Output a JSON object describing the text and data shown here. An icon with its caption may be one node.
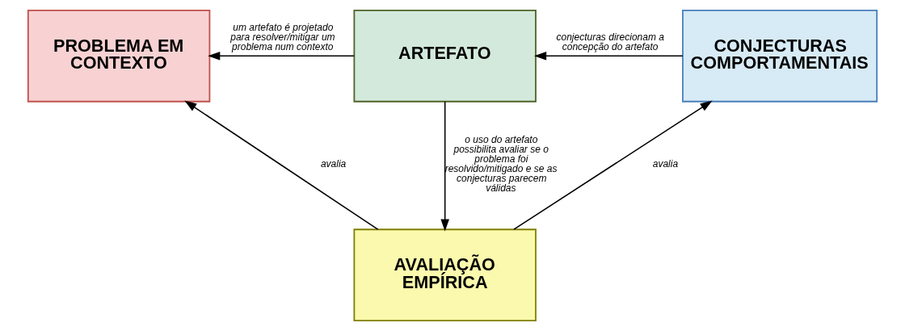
{
  "diagram": {
    "nodes": [
      {
        "text": [
          "PROBLEMA EM CONTEXTO"
        ]
      },
      {
        "text": [
          "ARTEFATO"
        ]
      },
      {
        "text": [
          "CONJECTURAS COMPORTAMENTAIS"
        ]
      },
      {
        "text": [
          "AVALIAÇÃO EMPÍRICA"
        ]
      }
    ],
    "edges": [
      {
        "from": 1,
        "to": 0,
        "arrow": "to",
        "label": "um artefato é projetado para resolver/mitigar um problema num contexto"
      },
      {
        "from": 2,
        "to": 1,
        "arrow": "to",
        "label": "conjecturas direcionam a concepção do artefato"
      },
      {
        "from": 1,
        "to": 3,
        "arrow": "to",
        "label": "o uso do artefato possibilita avaliar se o problema foi resolvido/mitigado e se as conjecturas parecem válidas"
      },
      {
        "from": 3,
        "to": 0,
        "arrow": "to",
        "label": "avalia"
      },
      {
        "from": 3,
        "to": 2,
        "arrow": "to",
        "label": "avalia"
      }
    ]
  }
}
